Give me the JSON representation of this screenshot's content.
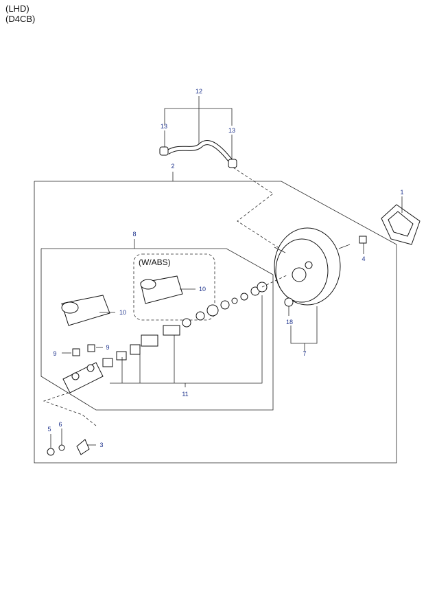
{
  "header": {
    "line1": "(LHD)",
    "line2": "(D4CB)"
  },
  "inset": {
    "label": "(W/ABS)"
  },
  "callouts": {
    "c1": "1",
    "c2": "2",
    "c3": "3",
    "c4": "4",
    "c5": "5",
    "c6": "6",
    "c7": "7",
    "c8": "8",
    "c9a": "9",
    "c9b": "9",
    "c10a": "10",
    "c10b": "10",
    "c11": "11",
    "c12": "12",
    "c13a": "13",
    "c13b": "13",
    "c18": "18"
  },
  "colors": {
    "callout": "#1a2f8a",
    "line": "#222222"
  }
}
